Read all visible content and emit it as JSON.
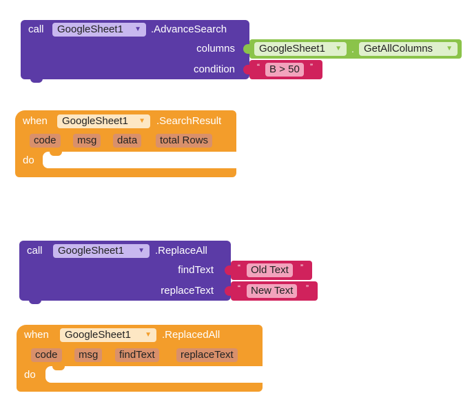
{
  "block1": {
    "call_label": "call",
    "component": "GoogleSheet1",
    "method": ".AdvanceSearch",
    "columns_label": "columns",
    "condition_label": "condition",
    "columns_component": "GoogleSheet1",
    "columns_dot": ".",
    "columns_property": "GetAllColumns",
    "condition_open_quote": "“",
    "condition_value": "B > 50",
    "condition_close_quote": "”"
  },
  "block2": {
    "when_label": "when",
    "component": "GoogleSheet1",
    "event": ".SearchResult",
    "params": [
      "code",
      "msg",
      "data",
      "total Rows"
    ],
    "do_label": "do"
  },
  "block3": {
    "call_label": "call",
    "component": "GoogleSheet1",
    "method": ".ReplaceAll",
    "findtext_label": "findText",
    "replacetext_label": "replaceText",
    "find_open_quote": "“",
    "find_value": "Old Text",
    "find_close_quote": "”",
    "replace_open_quote": "“",
    "replace_value": "New Text",
    "replace_close_quote": "”"
  },
  "block4": {
    "when_label": "when",
    "component": "GoogleSheet1",
    "event": ".ReplacedAll",
    "params": [
      "code",
      "msg",
      "findText",
      "replaceText"
    ],
    "do_label": "do"
  },
  "icons": {
    "dropdown": "▼"
  },
  "colors": {
    "procedure": "#5b3ba6",
    "event": "#f39d2b",
    "getter": "#8bc34a",
    "text": "#d0225c"
  }
}
